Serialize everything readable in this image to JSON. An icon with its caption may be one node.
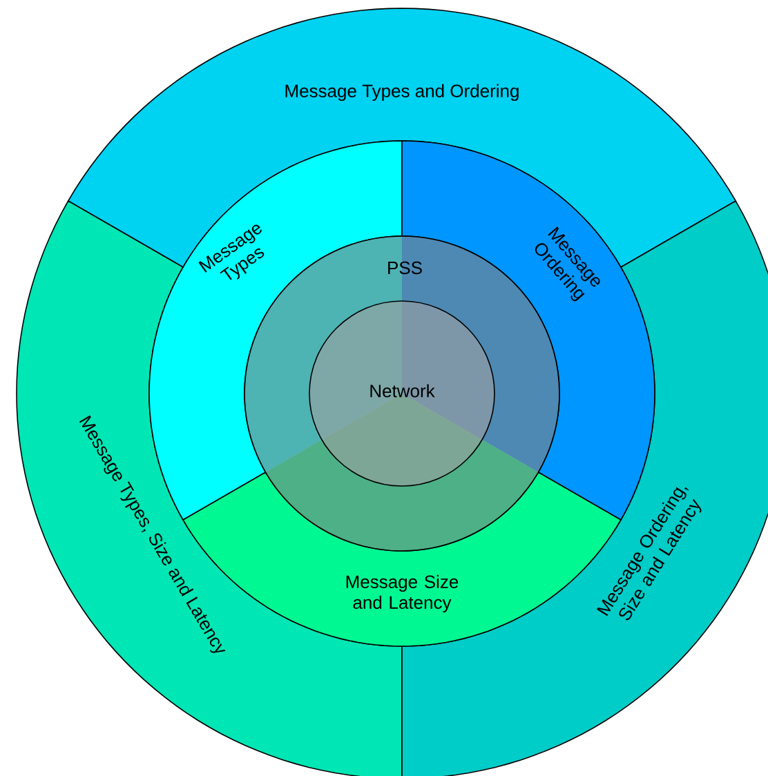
{
  "diagram": {
    "nodes": [
      {
        "text": [
          "Message Types and Ordering"
        ]
      },
      {
        "text": [
          "Message Types, Size and Latency"
        ]
      },
      {
        "text": [
          "Message Types"
        ]
      },
      {
        "text": [
          "PSS"
        ]
      },
      {
        "text": [
          "Message Ordering"
        ]
      },
      {
        "text": [
          "Network"
        ],
        "in": 3
      },
      {
        "text": [
          "Message Ordering, Size and Latency"
        ]
      },
      {
        "text": [
          "Message Size and Latency"
        ]
      }
    ]
  }
}
